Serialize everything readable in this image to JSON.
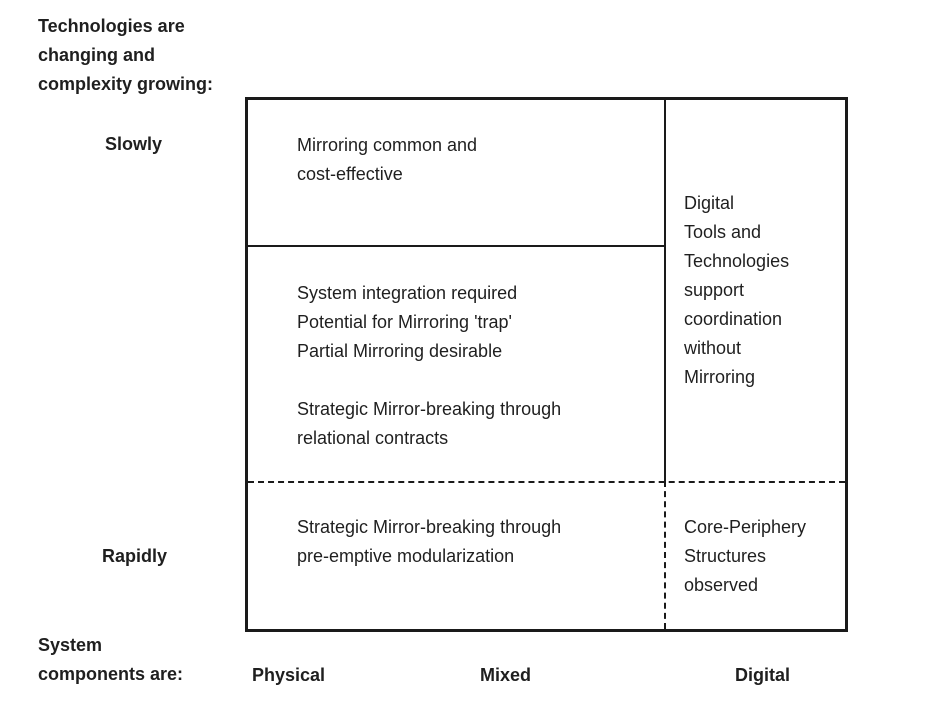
{
  "colors": {
    "background": "#ffffff",
    "text": "#1f1f1f",
    "line": "#1a1a1a"
  },
  "left_axis": {
    "title": "Technologies are\nchanging and\ncomplexity growing:",
    "label_slow": "Slowly",
    "label_rapid": "Rapidly"
  },
  "bottom_axis": {
    "title": "System\ncomponents are:",
    "label_physical": "Physical",
    "label_mixed": "Mixed",
    "label_digital": "Digital"
  },
  "matrix": {
    "cell_slow_left": "Mirroring common and\ncost-effective",
    "cell_middle_block1": "System integration required\nPotential for Mirroring 'trap'\nPartial Mirroring desirable",
    "cell_middle_block2": "Strategic Mirror-breaking through\nrelational contracts",
    "cell_digital_column": "Digital\nTools and\nTechnologies\nsupport\ncoordination\nwithout\nMirroring",
    "cell_rapid_left": "Strategic Mirror-breaking through\npre-emptive modularization",
    "cell_rapid_digital": "Core-Periphery\nStructures\nobserved"
  }
}
